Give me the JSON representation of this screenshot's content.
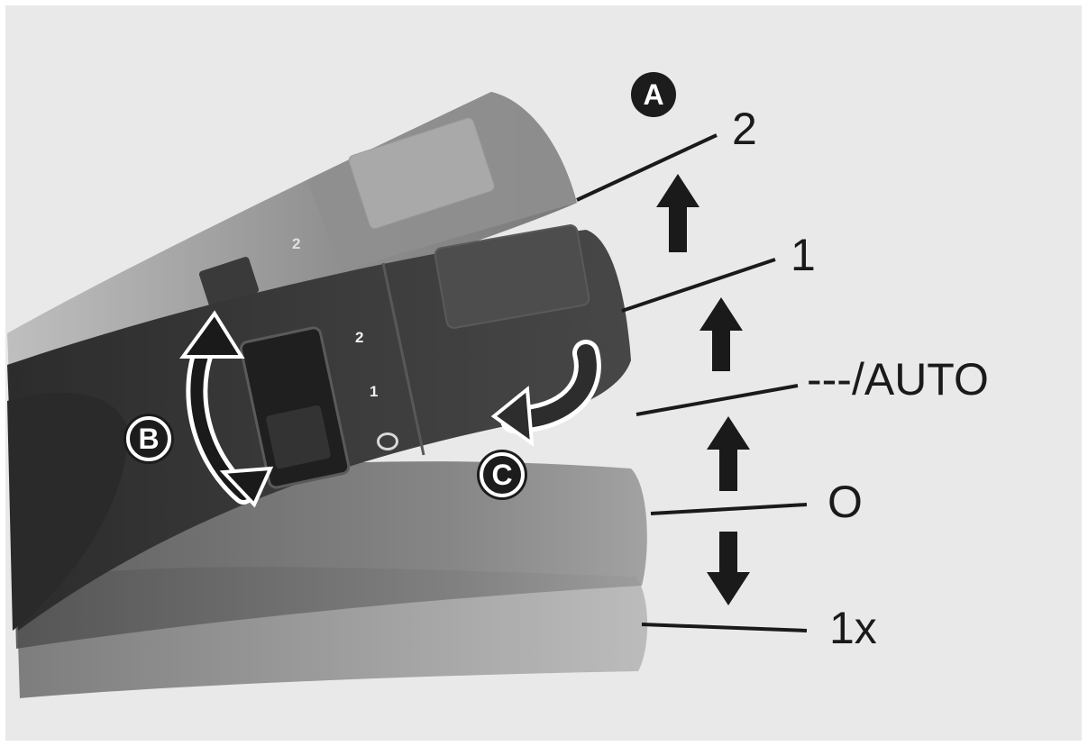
{
  "callouts": {
    "a": "A",
    "b": "B",
    "c": "C"
  },
  "positions": [
    {
      "id": "high",
      "label": "2"
    },
    {
      "id": "low",
      "label": "1"
    },
    {
      "id": "intermittent",
      "label": "---/AUTO"
    },
    {
      "id": "off",
      "label": "O"
    },
    {
      "id": "single",
      "label": "1x"
    }
  ],
  "lever_markings": {
    "two": "2",
    "one": "1",
    "two_ghost": "2"
  },
  "colors": {
    "background": "#e9e9e9",
    "lever_dark": "#3e3e3e",
    "lever_ghost": "#8a8a8a",
    "ink": "#1a1a1a"
  }
}
